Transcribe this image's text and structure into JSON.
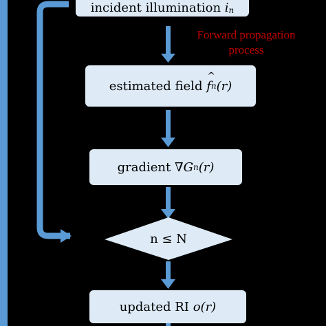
{
  "boxes": {
    "incident": {
      "text": "incident illumination",
      "symbol": "i",
      "sub": "n"
    },
    "estimated": {
      "text": "estimated field",
      "symbol": "f",
      "sub": "n",
      "arg": "(r)"
    },
    "gradient": {
      "text": "gradient",
      "symbol": "∇G",
      "sub": "n",
      "arg": "(r)"
    },
    "updated": {
      "text": "updated RI",
      "symbol": "o",
      "arg": "(r)"
    }
  },
  "decision": {
    "label": "n ≤ N"
  },
  "note": {
    "line1": "Forward propagation",
    "line2": "process"
  },
  "colors": {
    "box_fill": "#deebf7",
    "arrow": "#5b9bd5",
    "note_text": "#c00000",
    "background": "#000000"
  }
}
